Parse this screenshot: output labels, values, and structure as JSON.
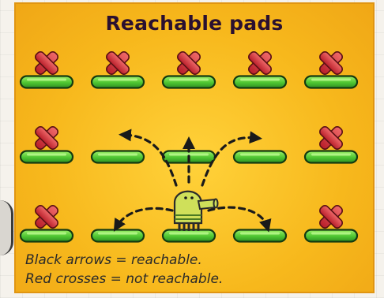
{
  "title": "Reachable pads",
  "legend": {
    "line1": "Black arrows = reachable.",
    "line2": "Red crosses = not reachable."
  },
  "colors": {
    "panel": "#f7b81c",
    "pad": "#5fcf3a",
    "cross": "#d8313a",
    "arrow": "#1a1a1a",
    "doodler": "#cfe05a"
  },
  "grid": {
    "rows": 3,
    "columns": 5,
    "pads": [
      {
        "row": 1,
        "col": 1,
        "reachable": false
      },
      {
        "row": 1,
        "col": 2,
        "reachable": false
      },
      {
        "row": 1,
        "col": 3,
        "reachable": false
      },
      {
        "row": 1,
        "col": 4,
        "reachable": false
      },
      {
        "row": 1,
        "col": 5,
        "reachable": false
      },
      {
        "row": 2,
        "col": 1,
        "reachable": false
      },
      {
        "row": 2,
        "col": 2,
        "reachable": true
      },
      {
        "row": 2,
        "col": 3,
        "reachable": true
      },
      {
        "row": 2,
        "col": 4,
        "reachable": true
      },
      {
        "row": 2,
        "col": 5,
        "reachable": false
      },
      {
        "row": 3,
        "col": 1,
        "reachable": false
      },
      {
        "row": 3,
        "col": 2,
        "reachable": true
      },
      {
        "row": 3,
        "col": 3,
        "reachable": true,
        "player": true
      },
      {
        "row": 3,
        "col": 4,
        "reachable": true
      },
      {
        "row": 3,
        "col": 5,
        "reachable": false
      }
    ]
  },
  "player": {
    "name": "doodler",
    "row": 3,
    "col": 3
  }
}
